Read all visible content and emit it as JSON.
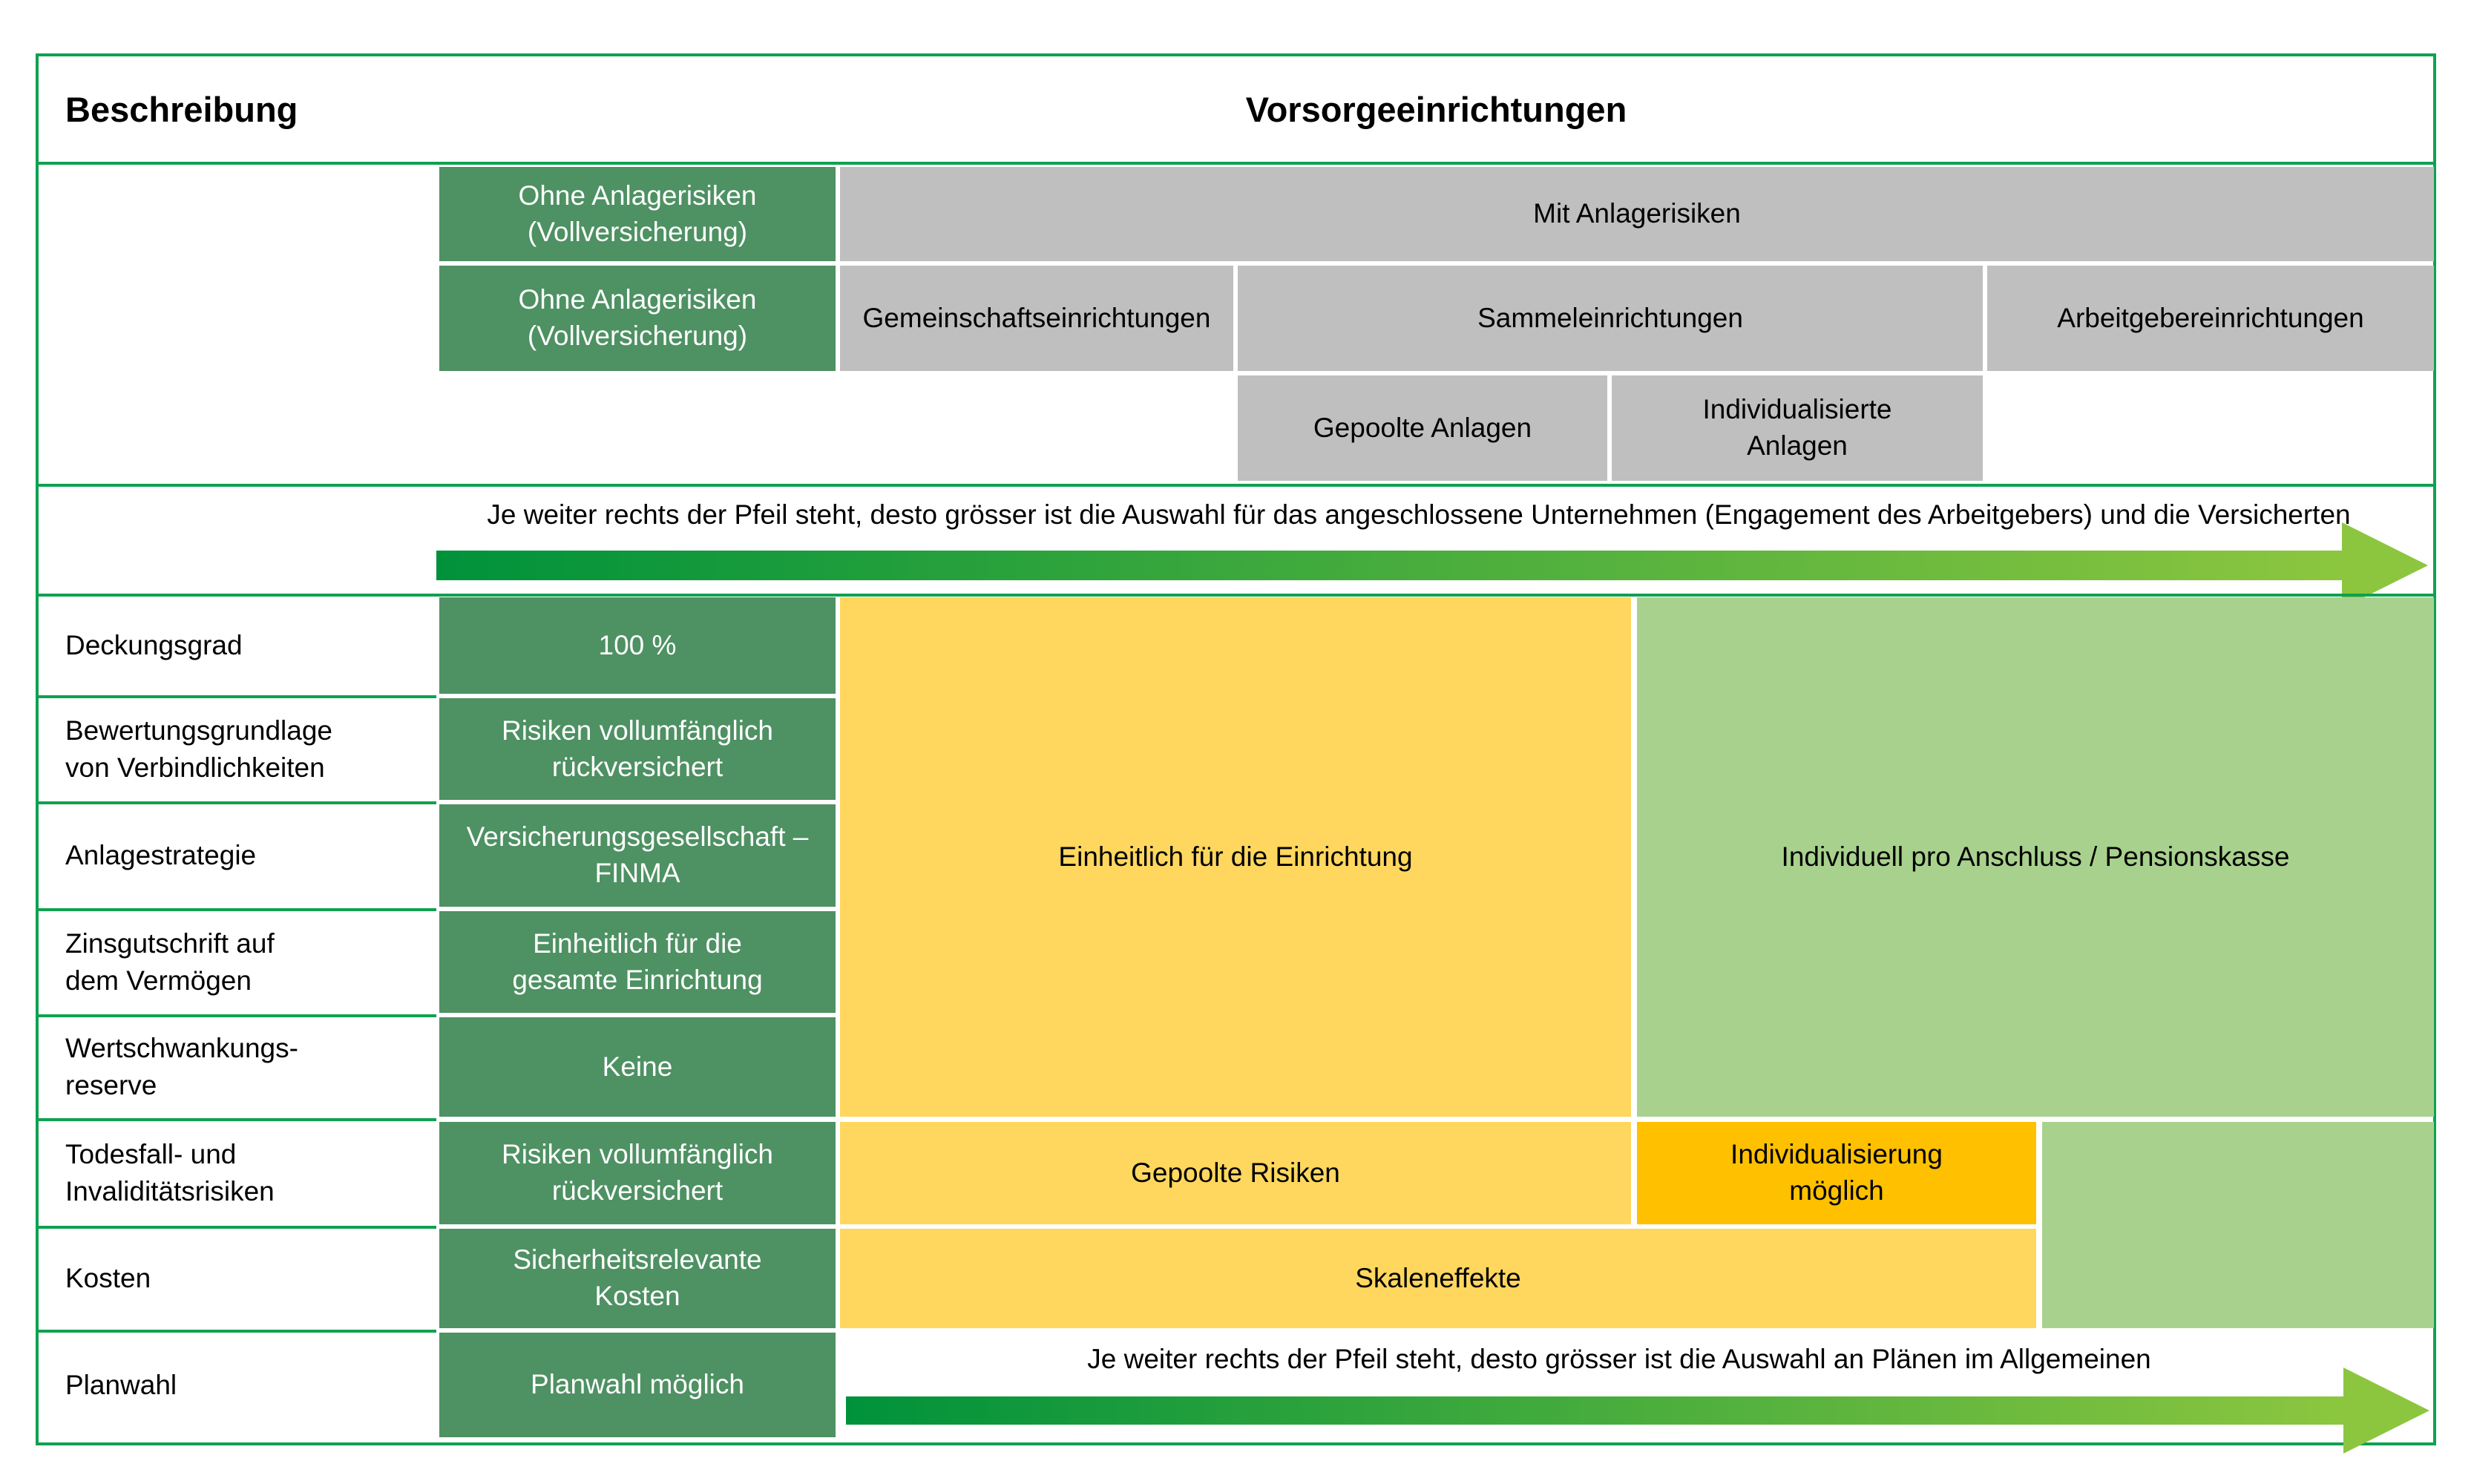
{
  "colors": {
    "border-green": "#0FA150",
    "cell-green": "#4E9163",
    "cell-gray": "#BFBFBF",
    "cell-yellow": "#FFD75E",
    "cell-orange": "#FFC000",
    "cell-lightgreen": "#A9D18E",
    "arrow-start": "#00923B",
    "arrow-end": "#8CC63F",
    "text-dark": "#000000",
    "text-light": "#FFFFFF"
  },
  "title": {
    "left": "Beschreibung",
    "right": "Vorsorgeeinrichtungen"
  },
  "header": {
    "no_risk_row1": "Ohne Anlagerisiken\n(Vollversicherung)",
    "with_risk": "Mit Anlagerisiken",
    "no_risk_row2": "Ohne Anlagerisiken\n(Vollversicherung)",
    "community": "Gemeinschaftseinrichtungen",
    "collective": "Sammeleinrichtungen",
    "employer": "Arbeitgebereinrichtungen",
    "pooled_investments": "Gepoolte Anlagen",
    "individualized_investments": "Individualisierte\nAnlagen"
  },
  "arrows": {
    "top": "Je weiter rechts der Pfeil steht, desto grösser ist die Auswahl für das angeschlossene Unternehmen (Engagement des Arbeitgebers) und die Versicherten",
    "bottom": "Je weiter rechts der Pfeil steht, desto grösser ist die Auswahl an Plänen im Allgemeinen"
  },
  "rows": [
    {
      "label": "Deckungsgrad",
      "value": "100 %"
    },
    {
      "label": "Bewertungsgrundlage\nvon Verbindlichkeiten",
      "value": "Risiken vollumfänglich\nrückversichert"
    },
    {
      "label": "Anlagestrategie",
      "value": "Versicherungsgesellschaft –\nFINMA"
    },
    {
      "label": "Zinsgutschrift auf\ndem Vermögen",
      "value": "Einheitlich für die\ngesamte Einrichtung"
    },
    {
      "label": "Wertschwankungs-\nreserve",
      "value": "Keine"
    },
    {
      "label": "Todesfall- und\nInvaliditätsrisiken",
      "value": "Risiken vollumfänglich\nrückversichert"
    },
    {
      "label": "Kosten",
      "value": "Sicherheitsrelevante\nKosten"
    },
    {
      "label": "Planwahl",
      "value": "Planwahl möglich"
    }
  ],
  "body": {
    "uniform": "Einheitlich für die Einrichtung",
    "individual": "Individuell pro Anschluss / Pensionskasse",
    "pooled_risks": "Gepoolte Risiken",
    "individualization": "Individualisierung\nmöglich",
    "scale_effects": "Skaleneffekte"
  }
}
